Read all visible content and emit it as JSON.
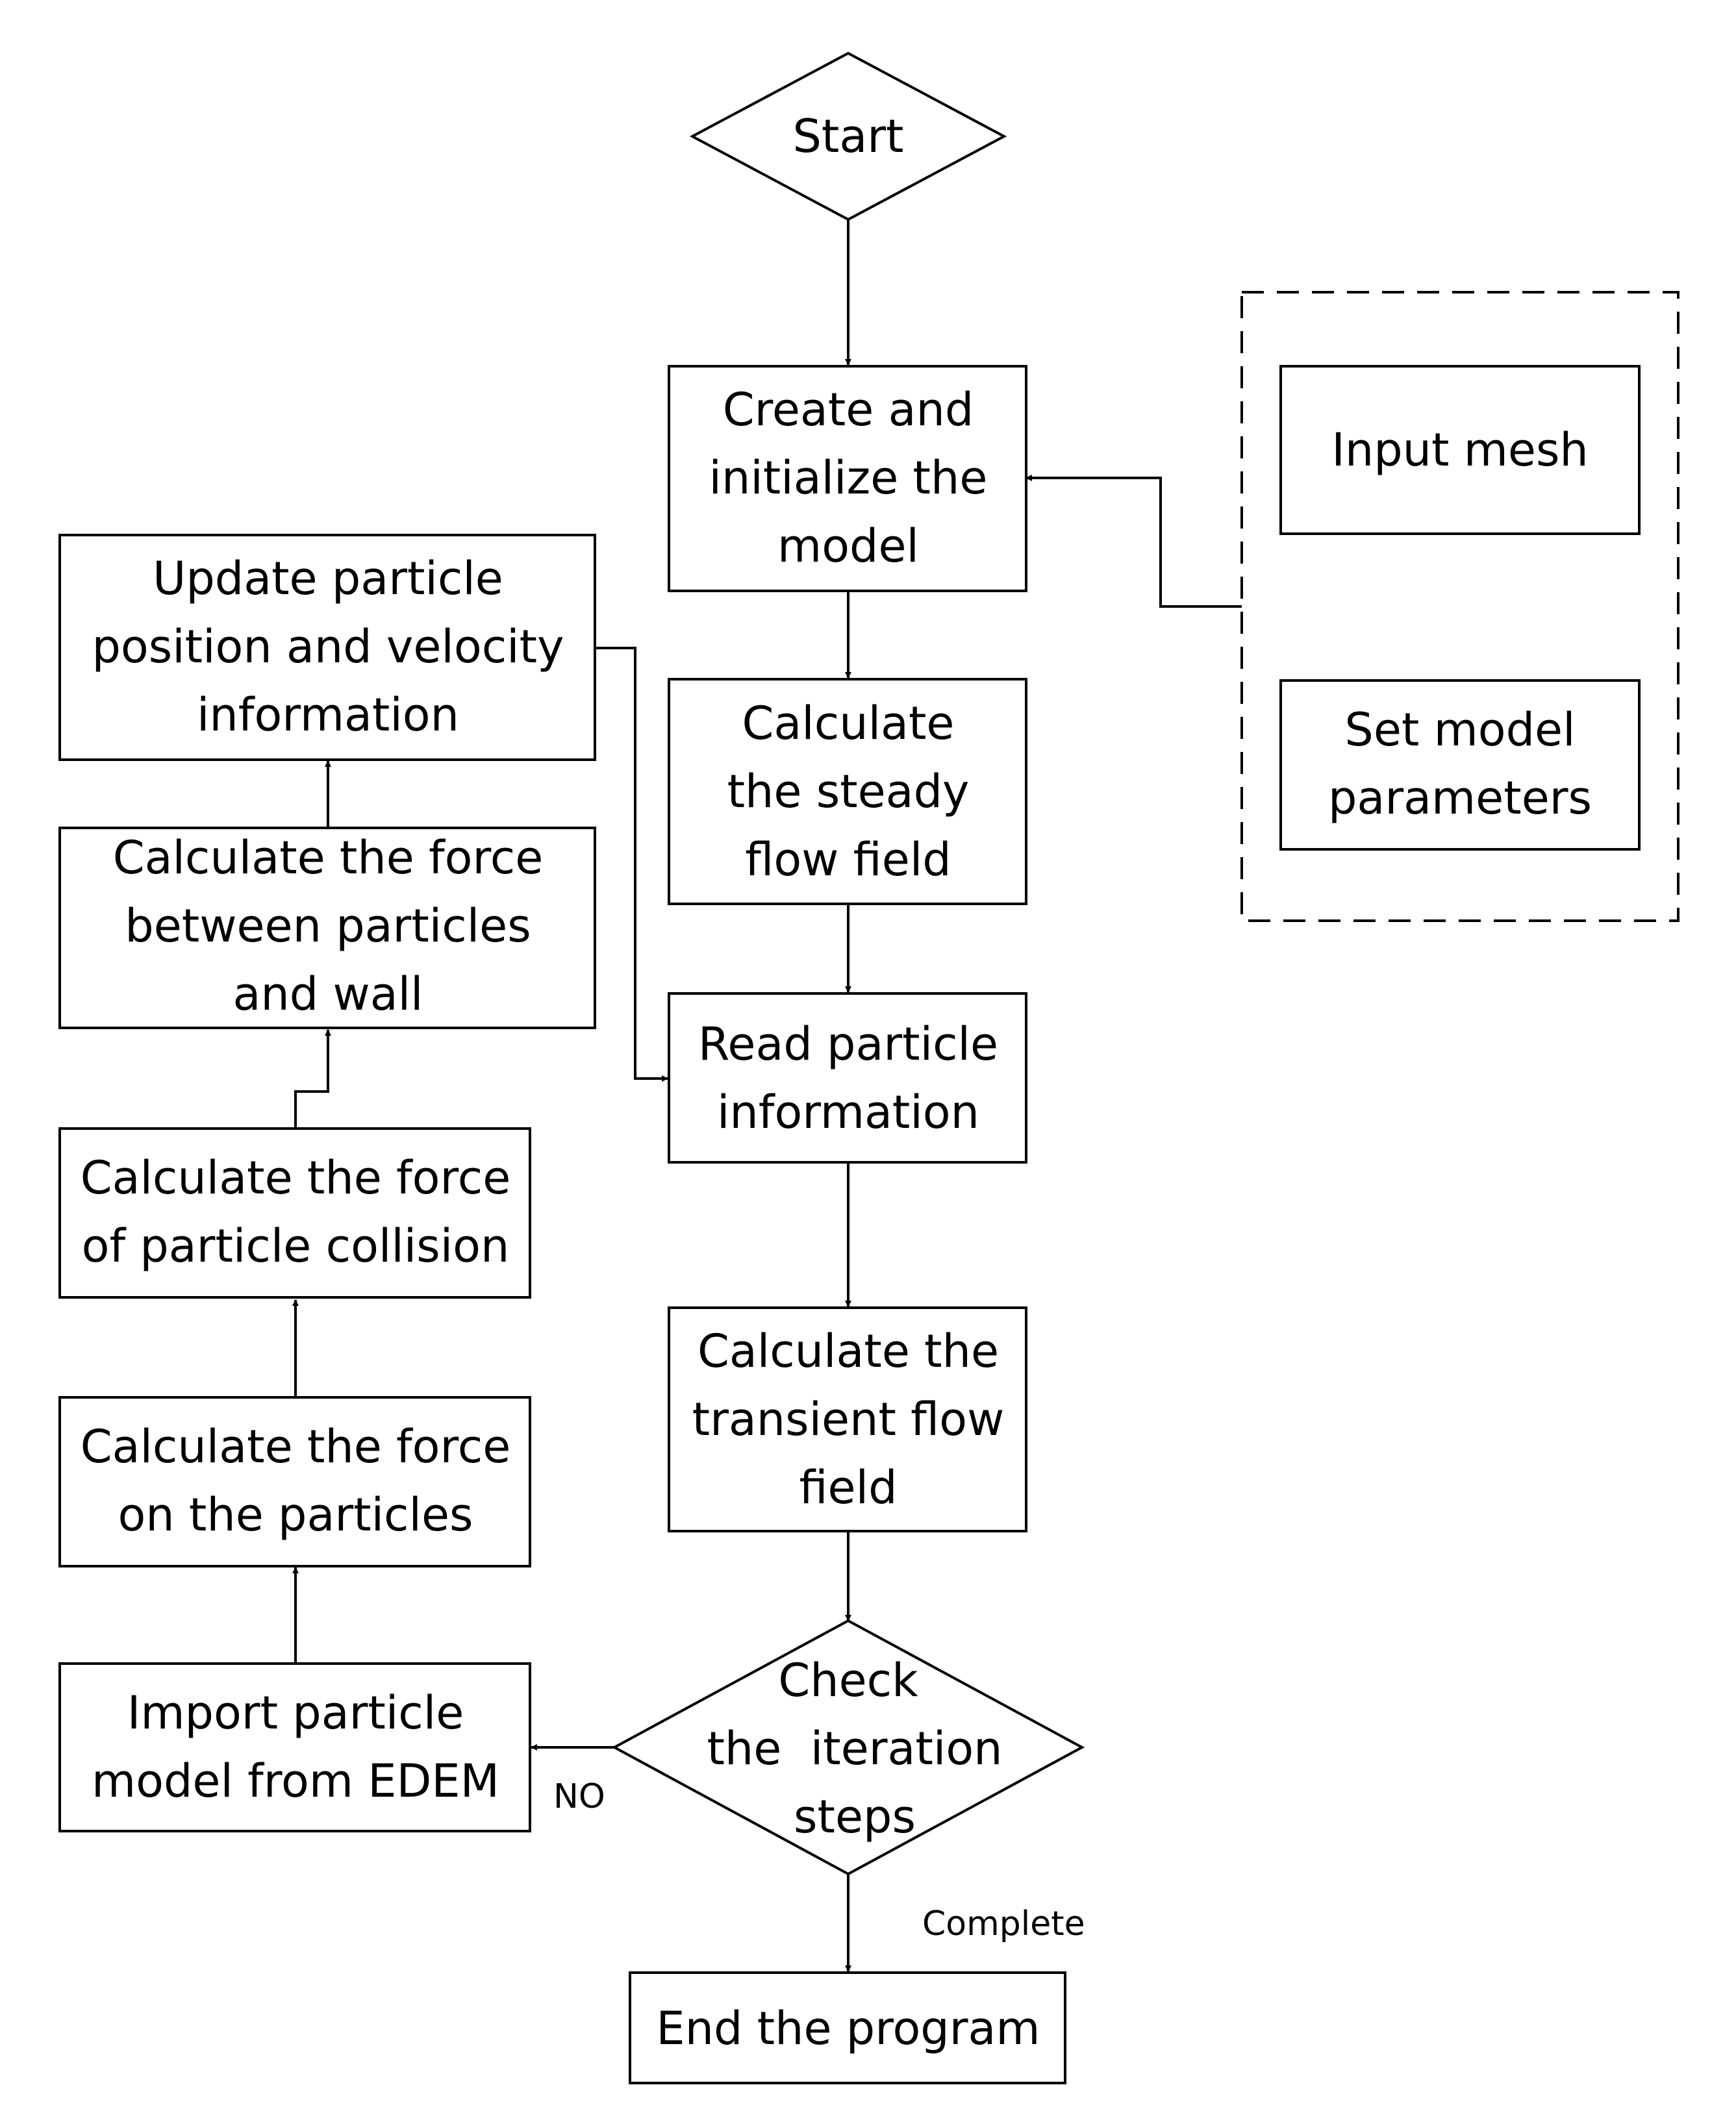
{
  "nodes": {
    "start": {
      "shape": "diamond",
      "lines": [
        "Start"
      ]
    },
    "create_init": {
      "shape": "rect",
      "lines": [
        "Create and",
        "initialize the",
        "model"
      ]
    },
    "input_mesh": {
      "shape": "rect",
      "lines": [
        "Input mesh"
      ]
    },
    "set_params": {
      "shape": "rect",
      "lines": [
        "Set model",
        "parameters"
      ]
    },
    "steady_flow": {
      "shape": "rect",
      "lines": [
        "Calculate",
        "the steady",
        "flow field"
      ]
    },
    "read_particle": {
      "shape": "rect",
      "lines": [
        "Read particle",
        "information"
      ]
    },
    "transient_flow": {
      "shape": "rect",
      "lines": [
        "Calculate the",
        "transient flow",
        "field"
      ]
    },
    "check_iter": {
      "shape": "diamond",
      "lines": [
        "Check",
        "the  iteration",
        "steps"
      ]
    },
    "end": {
      "shape": "rect",
      "lines": [
        "End the program"
      ]
    },
    "import_edem": {
      "shape": "rect",
      "lines": [
        "Import particle",
        "model from EDEM"
      ]
    },
    "force_on_particles": {
      "shape": "rect",
      "lines": [
        "Calculate the force",
        "on the particles"
      ]
    },
    "force_collision": {
      "shape": "rect",
      "lines": [
        "Calculate the force",
        "of particle collision"
      ]
    },
    "force_wall": {
      "shape": "rect",
      "lines": [
        "Calculate the force",
        "between particles",
        "and wall"
      ]
    },
    "update_pos": {
      "shape": "rect",
      "lines": [
        "Update particle",
        "position and velocity",
        "information"
      ]
    }
  },
  "edges": [
    {
      "from": "start",
      "to": "create_init",
      "label": ""
    },
    {
      "from": "model_input_group",
      "to": "create_init",
      "label": ""
    },
    {
      "from": "create_init",
      "to": "steady_flow",
      "label": ""
    },
    {
      "from": "steady_flow",
      "to": "read_particle",
      "label": ""
    },
    {
      "from": "read_particle",
      "to": "transient_flow",
      "label": ""
    },
    {
      "from": "transient_flow",
      "to": "check_iter",
      "label": ""
    },
    {
      "from": "check_iter",
      "to": "import_edem",
      "label": "NO"
    },
    {
      "from": "check_iter",
      "to": "end",
      "label": "Complete"
    },
    {
      "from": "import_edem",
      "to": "force_on_particles",
      "label": ""
    },
    {
      "from": "force_on_particles",
      "to": "force_collision",
      "label": ""
    },
    {
      "from": "force_collision",
      "to": "force_wall",
      "label": ""
    },
    {
      "from": "force_wall",
      "to": "update_pos",
      "label": ""
    },
    {
      "from": "update_pos",
      "to": "read_particle",
      "label": ""
    }
  ],
  "groups": {
    "model_input_group": {
      "style": "dashed",
      "members": [
        "input_mesh",
        "set_params"
      ]
    }
  },
  "edge_labels": {
    "no": "NO",
    "complete": "Complete"
  }
}
